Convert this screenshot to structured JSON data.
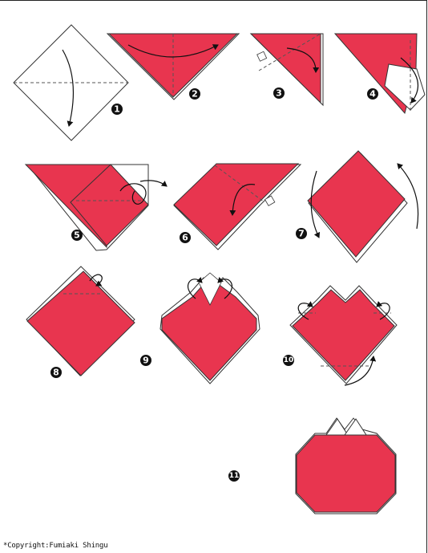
{
  "colors": {
    "paper_front": "#e8354f",
    "paper_back": "#ffffff",
    "outline": "#333333",
    "fold_line": "#555555"
  },
  "steps": [
    {
      "number": "1"
    },
    {
      "number": "2"
    },
    {
      "number": "3"
    },
    {
      "number": "4"
    },
    {
      "number": "5"
    },
    {
      "number": "6"
    },
    {
      "number": "7"
    },
    {
      "number": "8"
    },
    {
      "number": "9"
    },
    {
      "number": "10"
    },
    {
      "number": "11"
    }
  ],
  "copyright": "*Copyright:Fumiaki Shingu"
}
